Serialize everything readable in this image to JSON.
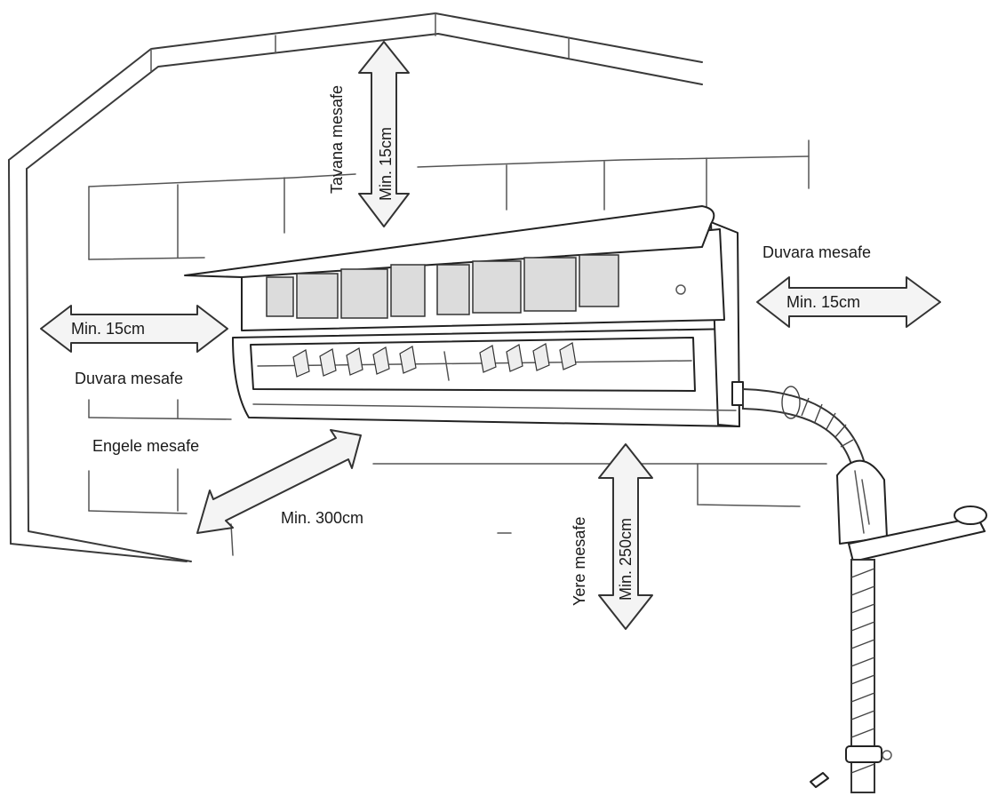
{
  "labels": {
    "ceiling_distance": "Tavana mesafe",
    "ceiling_min": "Min. 15cm",
    "right_wall_distance": "Duvara mesafe",
    "right_wall_min": "Min. 15cm",
    "left_wall_min": "Min. 15cm",
    "left_wall_distance": "Duvara mesafe",
    "obstacle_distance": "Engele mesafe",
    "obstacle_min": "Min. 300cm",
    "floor_distance": "Yere mesafe",
    "floor_min": "Min. 250cm"
  }
}
